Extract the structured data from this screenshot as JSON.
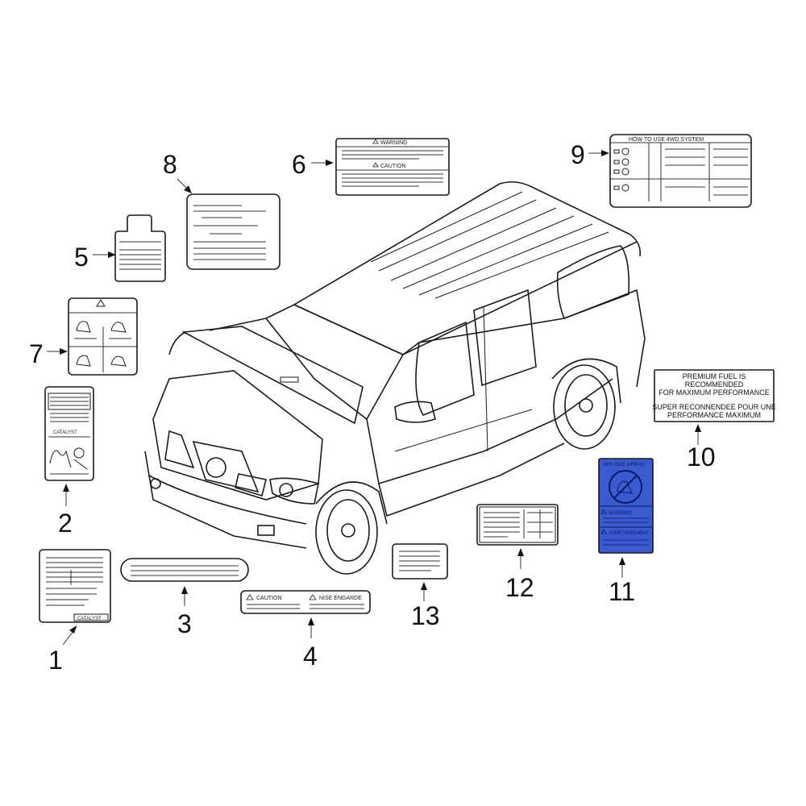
{
  "diagram": {
    "callouts": [
      "1",
      "2",
      "3",
      "4",
      "5",
      "6",
      "7",
      "8",
      "9",
      "10",
      "11",
      "12",
      "13"
    ],
    "labels": {
      "label1_catalyst": "CATALYST",
      "label2_catalyst": "CATALYST",
      "label4_caution": "CAUTION",
      "label4_nise": "NISE ENGARDE",
      "label6_warning": "WARNING",
      "label6_caution": "CAUTION",
      "label9_title": "HOW TO USE 4WD SYSTEM",
      "label10_line1": "PREMIUM FUEL IS",
      "label10_line2": "RECOMMENDED",
      "label10_line3": "FOR MAXIMUM PERFORMANCE",
      "label10_line4": "SUPER RECONNENDEE POUR UNE",
      "label10_line5": "PERFORMANCE MAXIMUM",
      "label11_title": "SRS SIDE AIRBAG",
      "label11_warning": "WARNING",
      "label11_avert": "AVERTISSEMENT"
    },
    "colors": {
      "airbag_label": "#3a5bd0",
      "ink": "#1a1a1a"
    }
  }
}
